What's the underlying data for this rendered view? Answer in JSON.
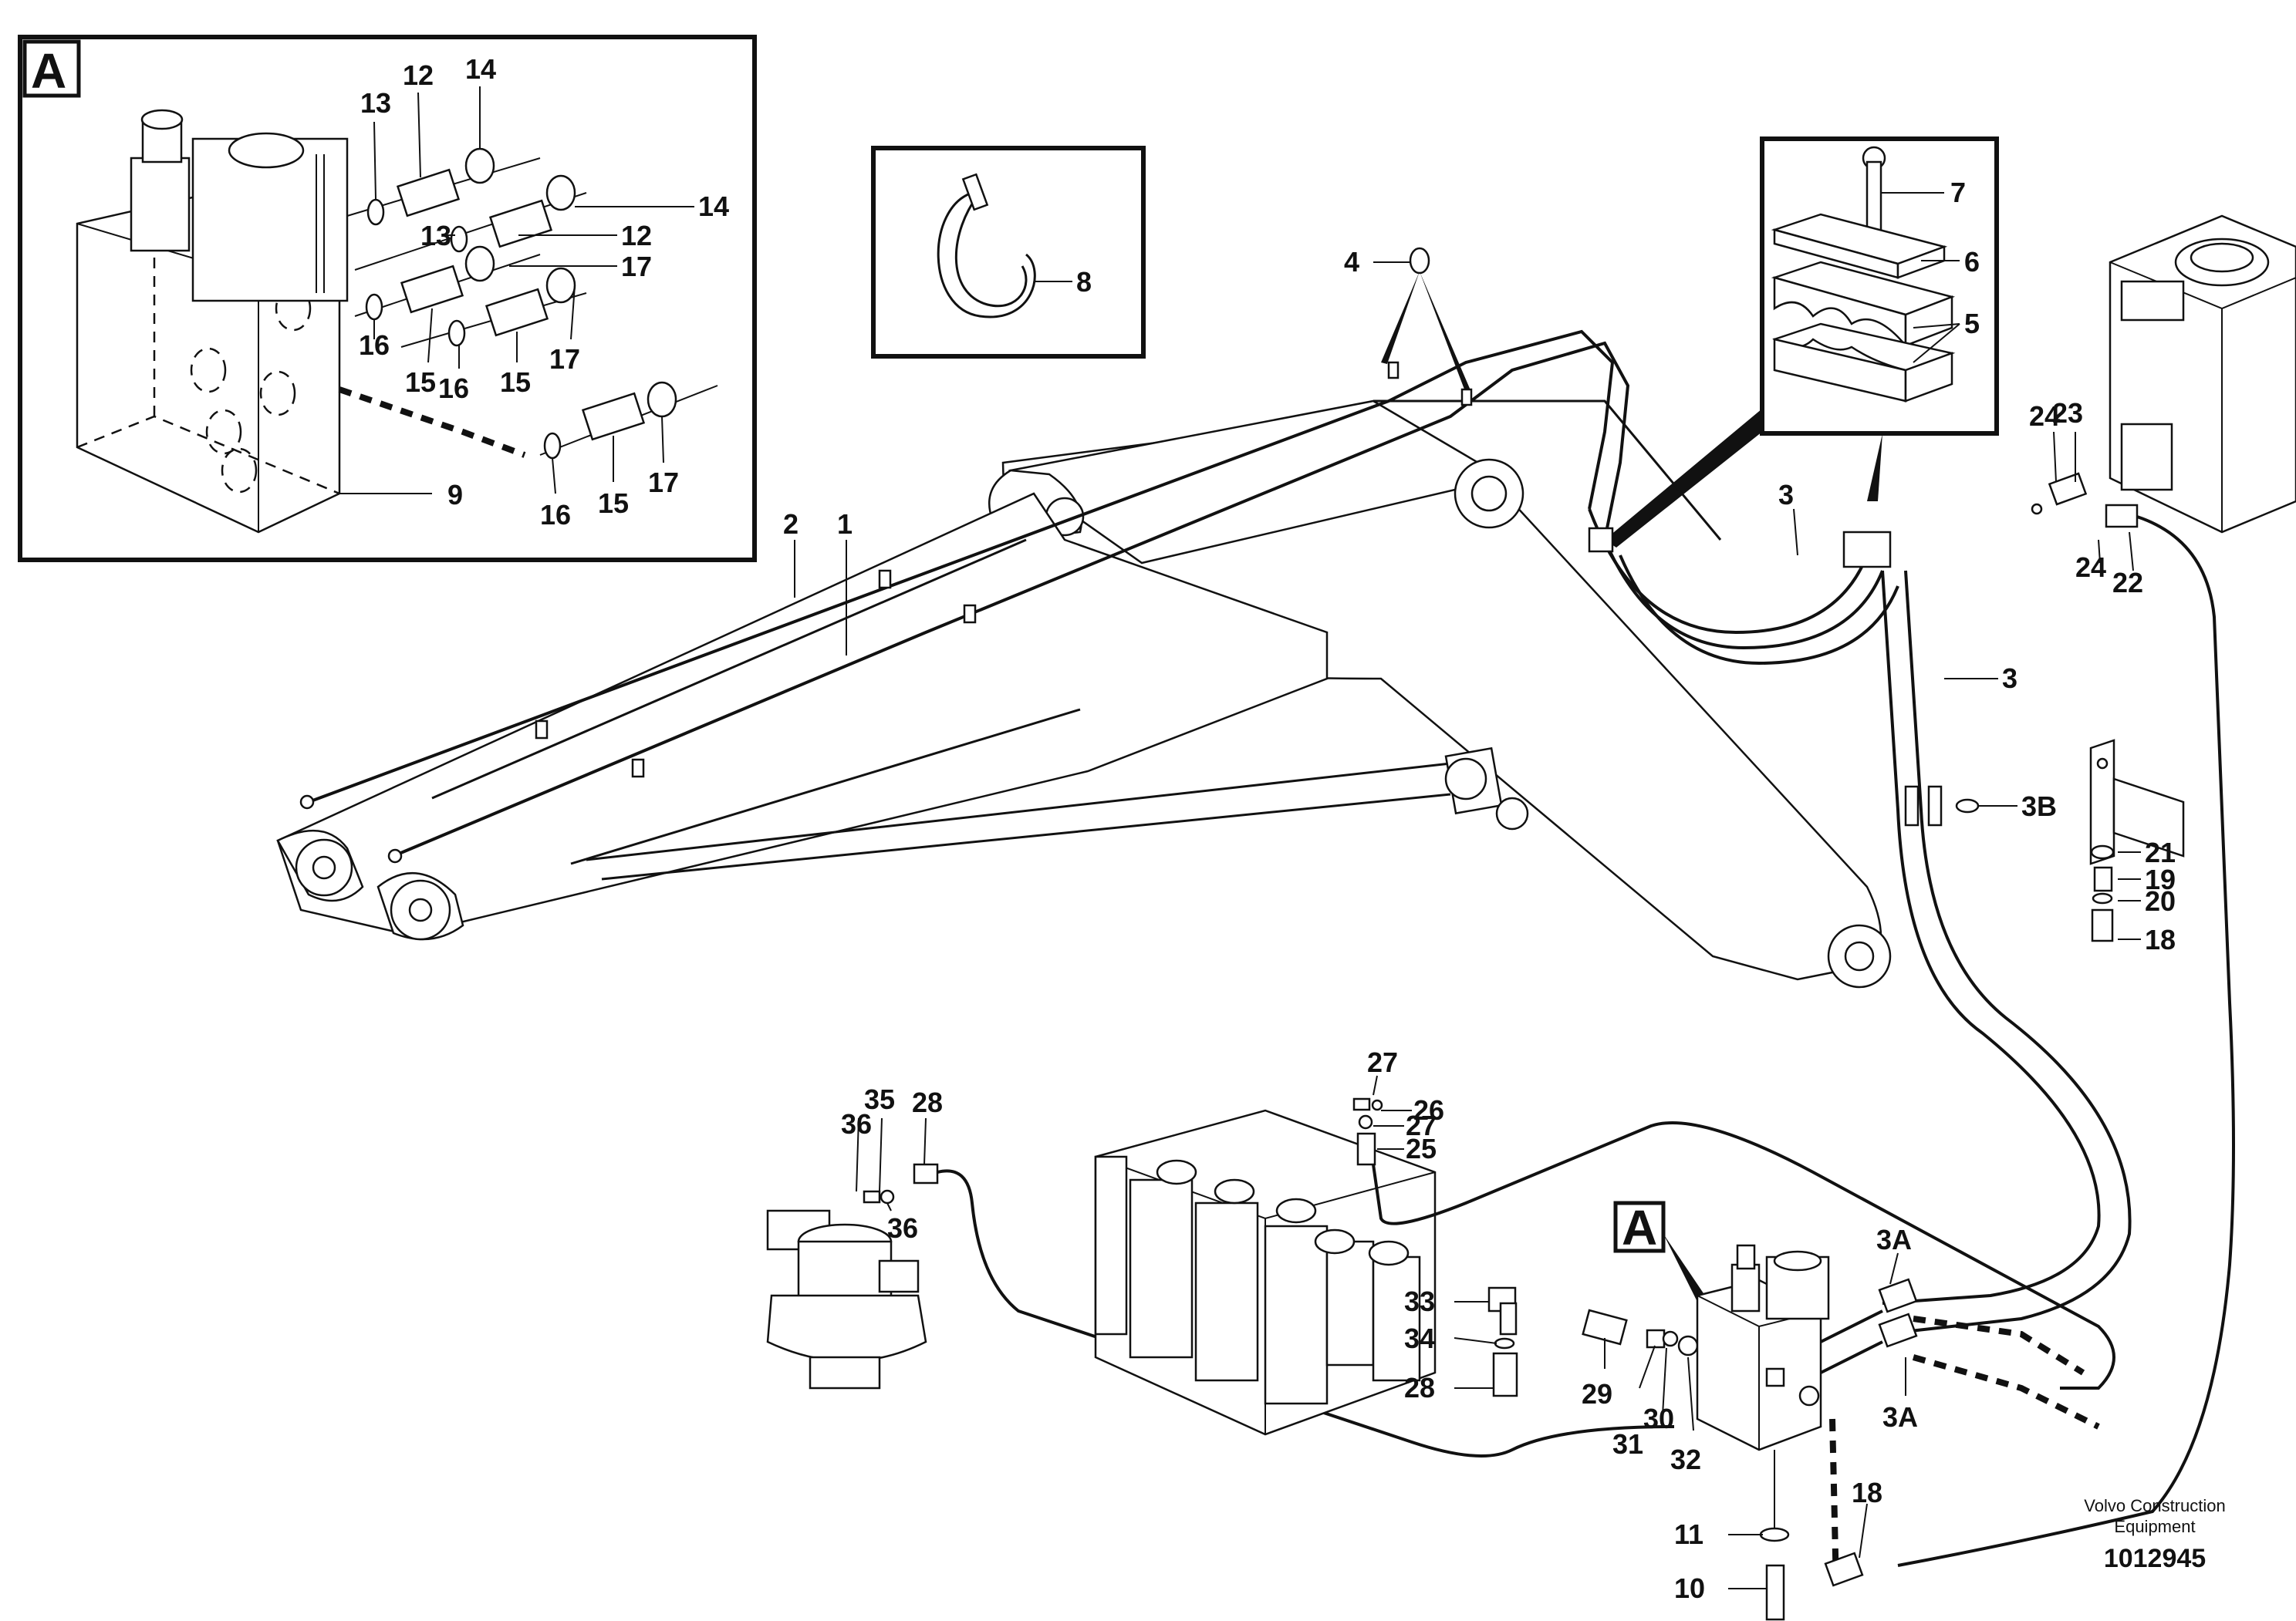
{
  "callouts": {
    "n1": "1",
    "n2": "2",
    "n3a": "3",
    "n3b": "3",
    "n3A_top": "3A",
    "n3A_bot": "3A",
    "n3B": "3B",
    "n4": "4",
    "n5": "5",
    "n6": "6",
    "n7": "7",
    "n8": "8",
    "n9": "9",
    "n10": "10",
    "n11": "11",
    "n12a": "12",
    "n12b": "12",
    "n13a": "13",
    "n13b": "13",
    "n14a": "14",
    "n14b": "14",
    "n15a": "15",
    "n15b": "15",
    "n15c": "15",
    "n16a": "16",
    "n16b": "16",
    "n16c": "16",
    "n17a": "17",
    "n17b": "17",
    "n17c": "17",
    "n18a": "18",
    "n18b": "18",
    "n19": "19",
    "n20": "20",
    "n21": "21",
    "n22": "22",
    "n23": "23",
    "n24a": "24",
    "n24b": "24",
    "n25": "25",
    "n26": "26",
    "n27a": "27",
    "n27b": "27",
    "n28a": "28",
    "n28b": "28",
    "n29": "29",
    "n30": "30",
    "n31": "31",
    "n32": "32",
    "n33": "33",
    "n34": "34",
    "n35": "35",
    "n36a": "36",
    "n36b": "36"
  },
  "view_labels": {
    "detail_a": "A",
    "callout_a": "A"
  },
  "footer": {
    "brand_line1": "Volvo Construction",
    "brand_line2": "Equipment",
    "doc_number": "1012945"
  }
}
